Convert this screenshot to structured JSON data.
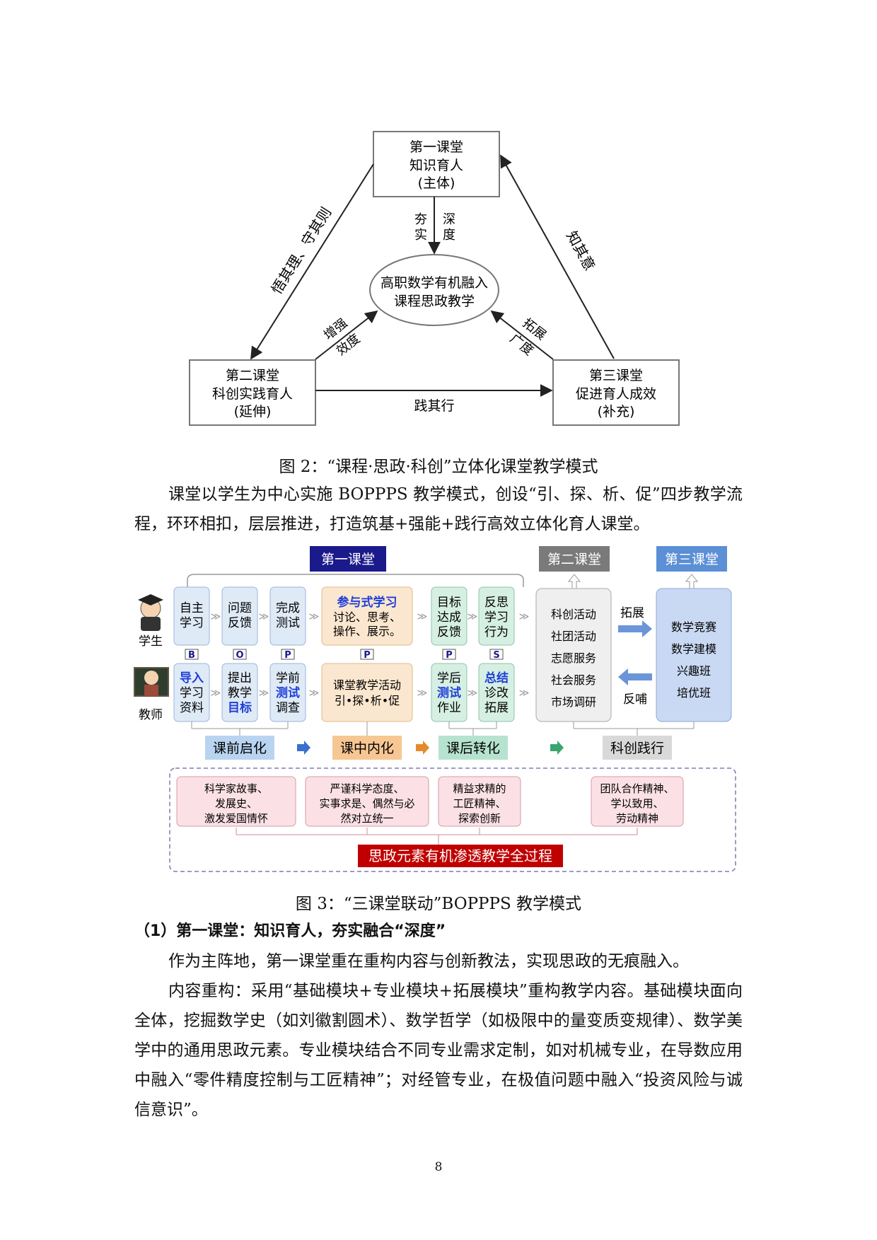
{
  "figure2": {
    "box_top": [
      "第一课堂",
      "知识育人",
      "(主体)"
    ],
    "box_left": [
      "第二课堂",
      "科创实践育人",
      "(延伸)"
    ],
    "box_right": [
      "第三课堂",
      "促进育人成效",
      "(补充)"
    ],
    "center": [
      "高职数学有机融入",
      "课程思政教学"
    ],
    "edge_top_center": [
      "夯",
      "实",
      "深",
      "度"
    ],
    "edge_left_center": [
      "增强",
      "效度"
    ],
    "edge_right_center": [
      "拓展",
      "广度"
    ],
    "edge_top_left": "悟其理、守其则",
    "edge_right_top": "知其意",
    "edge_left_right": "践其行"
  },
  "caption2": "图 2：“课程·思政·科创”立体化课堂教学模式",
  "intro": [
    "课堂以学生为中心实施 BOPPPS 教学模式，创设“引、探、析、促”四步教学流程，环环相扣，层层推进，打造筑基+强能+践行高效立体化育人课堂。"
  ],
  "figure3": {
    "header_first": "第一课堂",
    "header_second": "第二课堂",
    "header_third": "第三课堂",
    "student_label": "学生",
    "teacher_label": "教师",
    "student_boxes": [
      [
        "自主",
        "学习"
      ],
      [
        "问题",
        "反馈"
      ],
      [
        "完成",
        "测试"
      ]
    ],
    "participatory": [
      "参与式学习",
      "讨论、思考、",
      "操作、展示。"
    ],
    "student_after": [
      [
        "目标",
        "达成",
        "反馈"
      ],
      [
        "反思",
        "学习",
        "行为"
      ]
    ],
    "letters": [
      "B",
      "O",
      "P",
      "P",
      "P",
      "S"
    ],
    "teacher_boxes": [
      [
        "导入",
        "学习",
        "资料"
      ],
      [
        "提出",
        "教学",
        "目标"
      ],
      [
        "学前",
        "测试",
        "调查"
      ]
    ],
    "class_activity": [
      "课堂教学活动",
      "引•探•析•促"
    ],
    "teacher_after": [
      [
        "学后",
        "测试",
        "作业"
      ],
      [
        "总结",
        "诊改",
        "拓展"
      ]
    ],
    "second_items": [
      "科创活动",
      "社团活动",
      "志愿服务",
      "社会服务",
      "市场调研"
    ],
    "expand_label": "拓展",
    "feedback_label": "反哺",
    "third_items": [
      "数学竞赛",
      "数学建模",
      "兴趣班",
      "培优班"
    ],
    "stages": [
      "课前启化",
      "课中内化",
      "课后转化",
      "科创践行"
    ],
    "elements": [
      [
        "科学家故事、",
        "发展史、",
        "激发爱国情怀"
      ],
      [
        "严谨科学态度、",
        "实事求是、偶然与必",
        "然对立统一"
      ],
      [
        "精益求精的",
        "工匠精神、",
        "探索创新"
      ],
      [
        "团队合作精神、",
        "学以致用、",
        "劳动精神"
      ]
    ],
    "bottom_banner": "思政元素有机渗透教学全过程",
    "colors": {
      "navy": "#1a1a8c",
      "gray_header": "#7a7a7a",
      "blue_header": "#5b8fd6",
      "light_blue": "#dfeaf7",
      "light_orange": "#fbe7cf",
      "light_green": "#d6efe3",
      "light_pink": "#fbe1e6",
      "red_banner": "#c00000",
      "emphasis_blue": "#1f3fd6"
    }
  },
  "caption3": "图 3：“三课堂联动”BOPPPS 教学模式",
  "section_heading": "（1）第一课堂：知识育人，夯实融合“深度”",
  "paragraphs": [
    "作为主阵地，第一课堂重在重构内容与创新教法，实现思政的无痕融入。",
    "内容重构：采用“基础模块+专业模块+拓展模块”重构教学内容。基础模块面向全体，挖掘数学史（如刘徽割圆术）、数学哲学（如极限中的量变质变规律）、数学美学中的通用思政元素。专业模块结合不同专业需求定制，如对机械专业，在导数应用中融入“零件精度控制与工匠精神”；对经管专业，在极值问题中融入“投资风险与诚信意识”。"
  ],
  "page_number": "8"
}
